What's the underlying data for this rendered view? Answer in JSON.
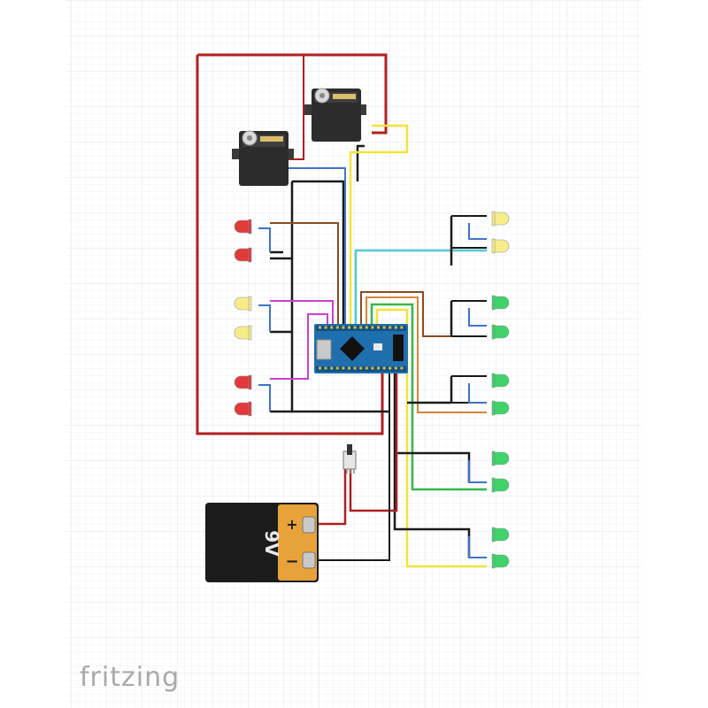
{
  "app": {
    "brand": "fritzing"
  },
  "colors": {
    "grid_minor": "#eef1f6",
    "grid_major": "#dde3ec",
    "paper": "#ffffff",
    "red": "#b11f1f",
    "black": "#1a1a1a",
    "yellow": "#f2e33a",
    "blue": "#3f74c9",
    "brown": "#8a4b20",
    "magenta": "#cf3fd0",
    "cyan": "#52c9d6",
    "green": "#35b84a",
    "orange": "#d9853a",
    "board": "#1f6fae",
    "led_red": "#e03a3a",
    "led_yellow": "#f7ec8a",
    "led_green": "#3fd36a",
    "servo": "#2c2c2c",
    "battery_body": "#1b1b1b",
    "battery_cap": "#e7a33a"
  },
  "battery": {
    "voltage_label": "9V",
    "plus_label": "+",
    "minus_label": "−"
  },
  "components": {
    "servos": [
      "servo-1",
      "servo-2"
    ],
    "leds_left": [
      "red",
      "red",
      "yellow",
      "yellow",
      "red",
      "red"
    ],
    "leds_right": [
      "yellow",
      "yellow",
      "green",
      "green",
      "green",
      "green",
      "green",
      "green",
      "green",
      "green"
    ]
  }
}
